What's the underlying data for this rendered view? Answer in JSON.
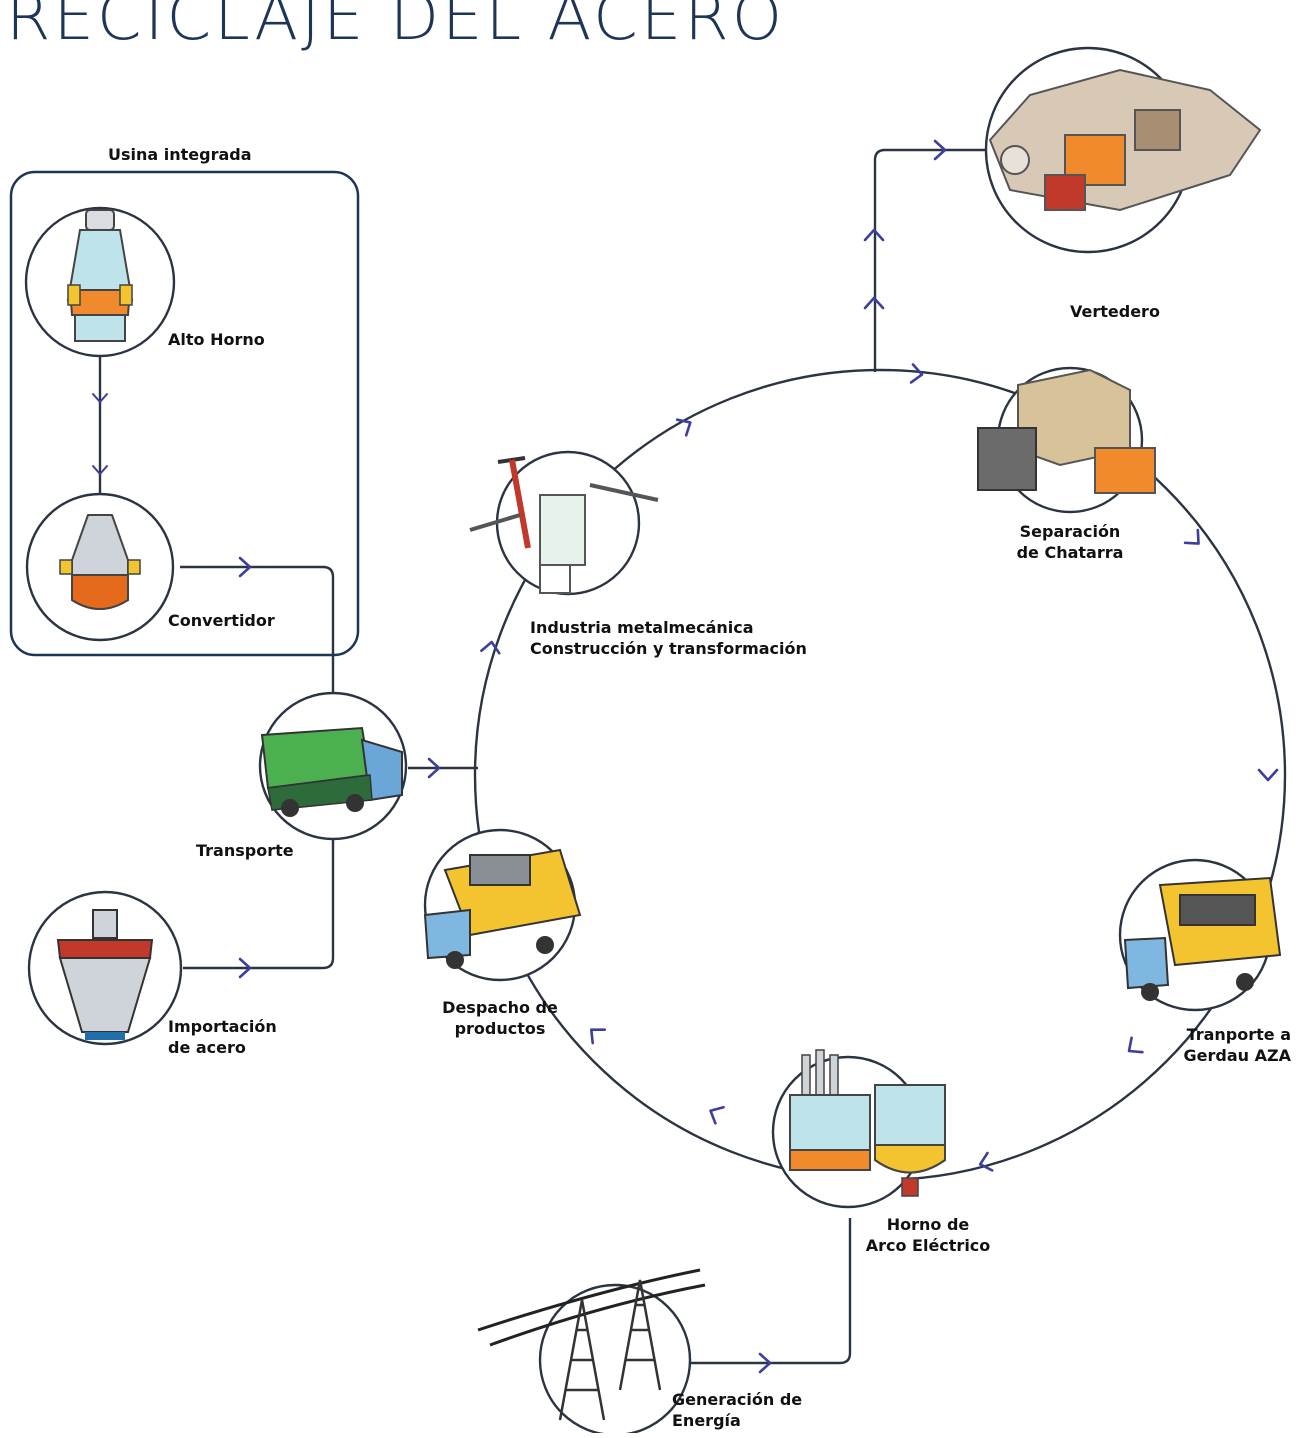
{
  "title": "RECICLAJE DEL ACERO",
  "group_label": "Usina integrada",
  "colors": {
    "line": "#2a3442",
    "arrow": "#3c3f9c",
    "frame": "#1d3557",
    "title": "#1d3557"
  },
  "nodes": {
    "alto_horno": {
      "label": "Alto Horno",
      "icon": "blast-furnace-icon"
    },
    "convertidor": {
      "label": "Convertidor",
      "icon": "converter-icon"
    },
    "transporte": {
      "label": "Transporte",
      "icon": "truck-icon"
    },
    "importacion": {
      "line1": "Importación",
      "line2": "de acero",
      "icon": "ship-icon"
    },
    "industria": {
      "line1": "Industria metalmecánica",
      "line2": "Construcción y transformación",
      "icon": "tools-icon"
    },
    "vertedero": {
      "label": "Vertedero",
      "icon": "landfill-icon"
    },
    "separacion": {
      "line1": "Separación",
      "line2": "de Chatarra",
      "icon": "scrap-bales-icon"
    },
    "despacho": {
      "line1": "Despacho de",
      "line2": "productos",
      "icon": "delivery-truck-icon"
    },
    "tranporte_aza": {
      "line1": "Tranporte a",
      "line2": "Gerdau AZA",
      "icon": "dump-truck-icon"
    },
    "horno_arco": {
      "line1": "Horno de",
      "line2": "Arco Eléctrico",
      "icon": "electric-arc-furnace-icon"
    },
    "generacion": {
      "line1": "Generación de",
      "line2": "Energía",
      "icon": "power-tower-icon"
    }
  }
}
